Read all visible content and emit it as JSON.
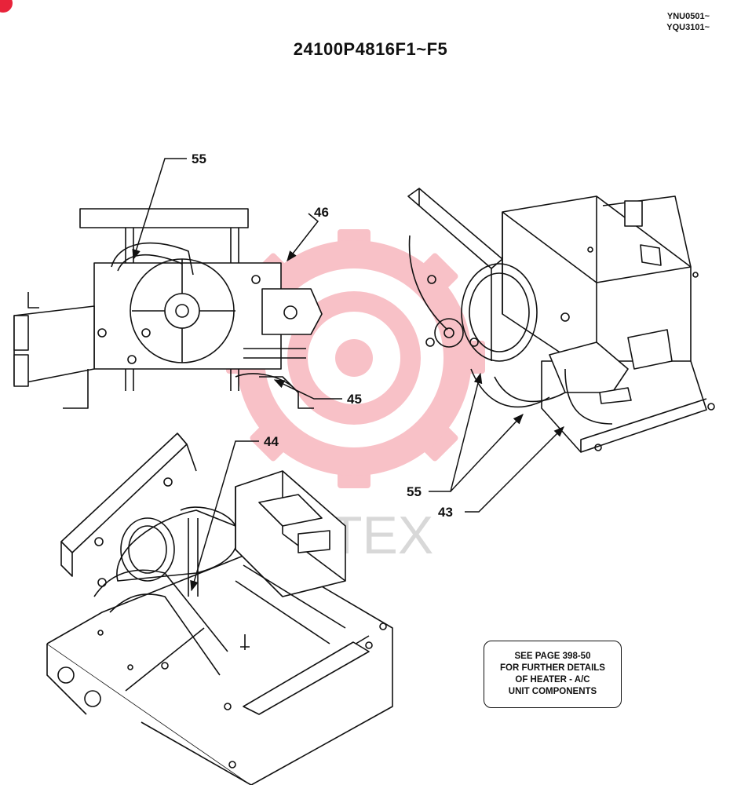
{
  "header": {
    "model_ranges": [
      "YNU0501~",
      "YQU3101~"
    ],
    "title": "24100P4816F1~F5"
  },
  "callouts": {
    "c55_top": "55",
    "c46": "46",
    "c45": "45",
    "c44": "44",
    "c55_right": "55",
    "c43": "43"
  },
  "watermark": {
    "text": "IHTEX",
    "color": "#e8233a"
  },
  "note": {
    "lines": [
      "SEE PAGE 398-50",
      "FOR FURTHER DETAILS",
      "OF HEATER - A/C",
      "UNIT COMPONENTS"
    ]
  }
}
